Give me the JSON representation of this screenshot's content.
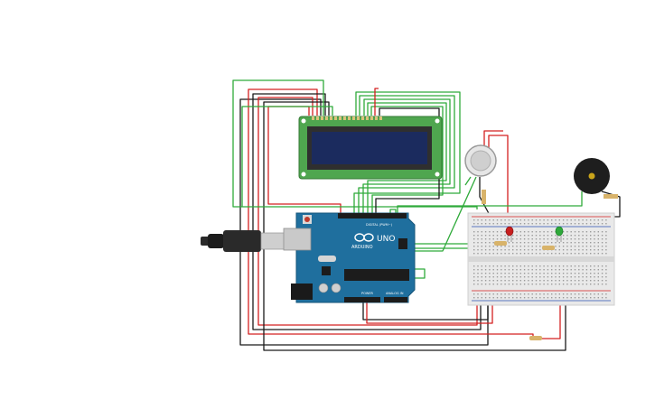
{
  "arduino": {
    "logo_text": "ARDUINO",
    "model": "UNO",
    "digital_label": "DIGITAL (PWM~)",
    "power_label": "POWER",
    "analog_label": "ANALOG IN"
  },
  "colors": {
    "wire_green": "#2faa3a",
    "wire_red": "#d42020",
    "wire_black": "#1a1a1a",
    "arduino_board": "#1f6f9e",
    "lcd_board": "#4fa64f",
    "lcd_screen": "#1b2b5e",
    "breadboard": "#e9e9e9",
    "led_red": "#c81e1e",
    "led_green": "#2ea83a"
  },
  "components": [
    "usb-cable",
    "arduino-uno",
    "lcd-16x2",
    "gas-sensor",
    "buzzer",
    "breadboard",
    "led-red",
    "led-green",
    "resistors"
  ]
}
